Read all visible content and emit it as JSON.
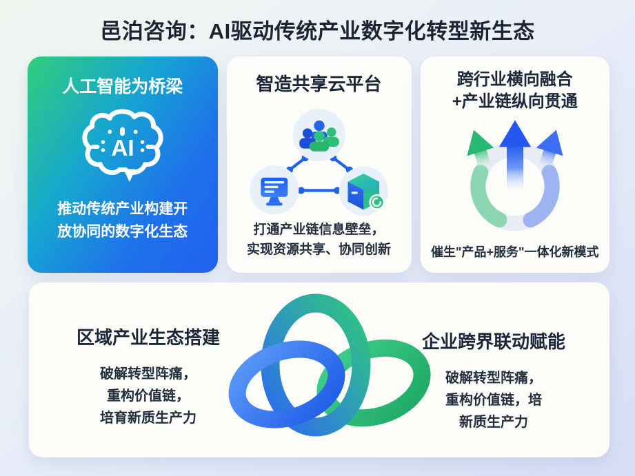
{
  "page": {
    "title": "邑泊咨询：AI驱动传统产业数字化转型新生态"
  },
  "cards": {
    "ai_bridge": {
      "title": "人工智能为桥梁",
      "icon": "ai-brain-icon",
      "icon_label": "AI",
      "lines": [
        "推动传统产业构建开",
        "放协同的数字化生态"
      ]
    },
    "cloud_platform": {
      "title": "智造共享云平台",
      "icon": "people-monitor-package-network-icon",
      "lines": [
        "打通产业链信息壁垒，",
        "实现资源共享、协同创新"
      ]
    },
    "cross_industry": {
      "title_lines": [
        "跨行业横向融合",
        "+产业链纵向贯通"
      ],
      "icon": "circular-triple-arrows-icon",
      "body": "催生\"产品+服务\"一体化新模式"
    },
    "ecosystem": {
      "icon": "interlocked-rings-icon",
      "left": {
        "title": "区域产业生态搭建",
        "lines": [
          "破解转型阵痛，",
          "重构价值链，",
          "培育新质生产力"
        ]
      },
      "right": {
        "title": "企业跨界联动赋能",
        "lines": [
          "破解转型阵痛，",
          "重构价值链，培",
          "新质生产力"
        ]
      }
    }
  },
  "colors": {
    "accent_green": "#2ecb7a",
    "accent_blue": "#2563ee",
    "title_text": "#1b2433",
    "card_background": "#fcfcf9",
    "ai_card_gradient_start": "#30ce7b",
    "ai_card_gradient_end": "#2160ee",
    "page_gradient_start": "#f1f7f0",
    "page_gradient_end": "#d6def5"
  }
}
